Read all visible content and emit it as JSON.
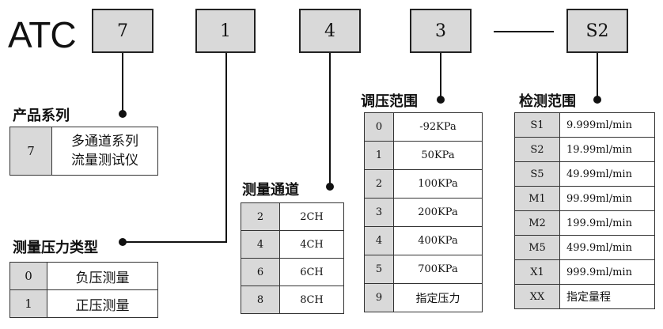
{
  "model_prefix": "ATC",
  "code_boxes": [
    "7",
    "1",
    "4",
    "3",
    "S2"
  ],
  "series": {
    "title": "产品系列",
    "rows": [
      {
        "code": "7",
        "line1": "多通道系列",
        "line2": "流量测试仪"
      }
    ]
  },
  "pressure_type": {
    "title": "测量压力类型",
    "rows": [
      {
        "code": "0",
        "value": "负压测量"
      },
      {
        "code": "1",
        "value": "正压测量"
      }
    ]
  },
  "channels": {
    "title": "测量通道",
    "rows": [
      {
        "code": "2",
        "value": "2CH"
      },
      {
        "code": "4",
        "value": "4CH"
      },
      {
        "code": "6",
        "value": "6CH"
      },
      {
        "code": "8",
        "value": "8CH"
      }
    ]
  },
  "regulating_range": {
    "title": "调压范围",
    "rows": [
      {
        "code": "0",
        "value": "-92KPa"
      },
      {
        "code": "1",
        "value": "50KPa"
      },
      {
        "code": "2",
        "value": "100KPa"
      },
      {
        "code": "3",
        "value": "200KPa"
      },
      {
        "code": "4",
        "value": "400KPa"
      },
      {
        "code": "5",
        "value": "700KPa"
      },
      {
        "code": "9",
        "value": "指定压力"
      }
    ]
  },
  "detection_range": {
    "title": "检测范围",
    "rows": [
      {
        "code": "S1",
        "value": "9.999ml/min"
      },
      {
        "code": "S2",
        "value": "19.99ml/min"
      },
      {
        "code": "S5",
        "value": "49.99ml/min"
      },
      {
        "code": "M1",
        "value": "99.99ml/min"
      },
      {
        "code": "M2",
        "value": "199.9ml/min"
      },
      {
        "code": "M5",
        "value": "499.9ml/min"
      },
      {
        "code": "X1",
        "value": "999.9ml/min"
      },
      {
        "code": "XX",
        "value": "指定量程"
      }
    ]
  }
}
